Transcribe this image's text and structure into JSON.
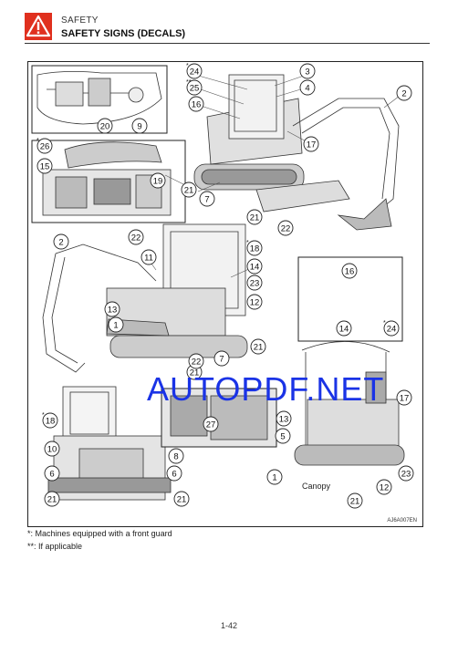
{
  "header": {
    "section": "SAFETY",
    "title": "SAFETY SIGNS (DECALS)"
  },
  "figure": {
    "watermark": "AUTOPDF.NET",
    "figure_id": "AJ6A007EN",
    "canopy_label": "Canopy",
    "callouts": [
      "1",
      "2",
      "3",
      "4",
      "5",
      "6",
      "7",
      "8",
      "9",
      "10",
      "11",
      "12",
      "13",
      "14",
      "15",
      "16",
      "17",
      "18",
      "19",
      "20",
      "21",
      "22",
      "23",
      "24",
      "25",
      "26",
      "27"
    ],
    "starred": [
      "18",
      "24",
      "26"
    ],
    "double_starred": [
      "25"
    ]
  },
  "footnotes": {
    "single": "*:  Machines equipped with a front guard",
    "double": "**: If applicable"
  },
  "page_number": "1-42",
  "colors": {
    "warning_red": "#e0301e",
    "watermark_blue": "#1a33e6"
  },
  "icons": {
    "warning": "warning-triangle-icon"
  }
}
